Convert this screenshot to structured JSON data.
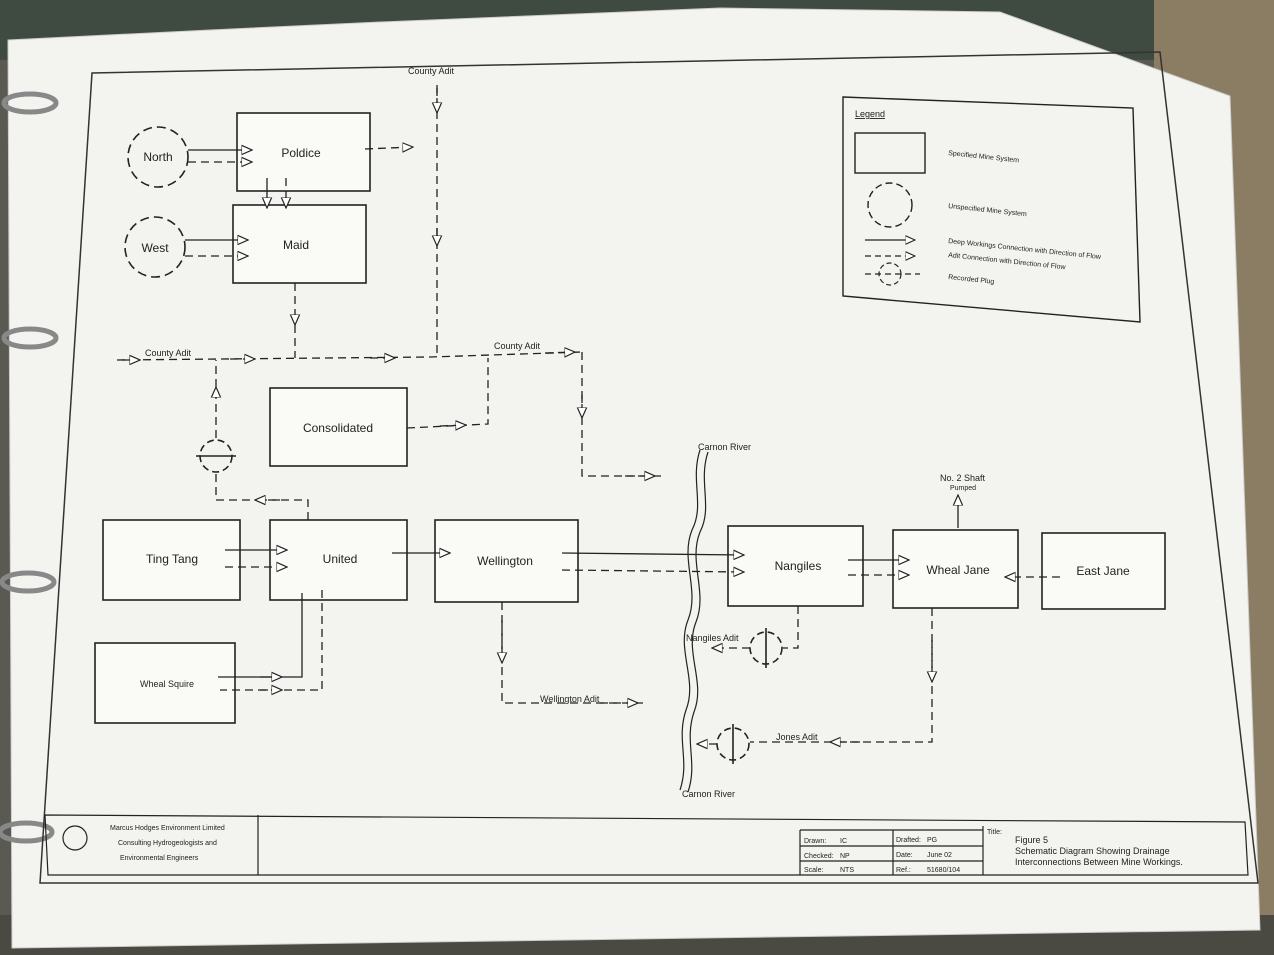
{
  "boxes": {
    "north": "North",
    "poldice": "Poldice",
    "west": "West",
    "maid": "Maid",
    "consolidated": "Consolidated",
    "ting_tang": "Ting Tang",
    "united": "United",
    "wellington": "Wellington",
    "wheal_squire": "Wheal Squire",
    "nangiles": "Nangiles",
    "wheal_jane": "Wheal Jane",
    "east_jane": "East Jane"
  },
  "labels": {
    "county_adit_top": "County Adit",
    "county_adit_left": "County Adit",
    "county_adit_mid": "County Adit",
    "carnon_river_top": "Carnon River",
    "carnon_river_bottom": "Carnon River",
    "no2_shaft": "No. 2 Shaft",
    "pumped": "Pumped",
    "nangiles_adit": "Nangiles Adit",
    "wellington_adit": "Wellington Adit",
    "jones_adit": "Jones Adit"
  },
  "legend": {
    "title": "Legend",
    "specified": "Specified Mine System",
    "unspecified": "Unspecified Mine System",
    "deep": "Deep Workings Connection with Direction of Flow",
    "adit": "Adit Connection with Direction of Flow",
    "plug": "Recorded Plug"
  },
  "title_block": {
    "company": "Marcus Hodges Environment Limited",
    "line2": "Consulting Hydrogeologists and",
    "line3": "Environmental Engineers",
    "drawn_label": "Drawn:",
    "drawn": "IC",
    "checked_label": "Checked:",
    "checked": "NP",
    "scale_label": "Scale:",
    "scale": "NTS",
    "drafted_label": "Drafted:",
    "drafted": "PG",
    "date_label": "Date:",
    "date": "June 02",
    "ref_label": "Ref.:",
    "ref": "51680/104",
    "title_label": "Title:",
    "fig_no": "Figure 5",
    "title1": "Schematic Diagram Showing Drainage",
    "title2": "Interconnections Between Mine Workings."
  }
}
